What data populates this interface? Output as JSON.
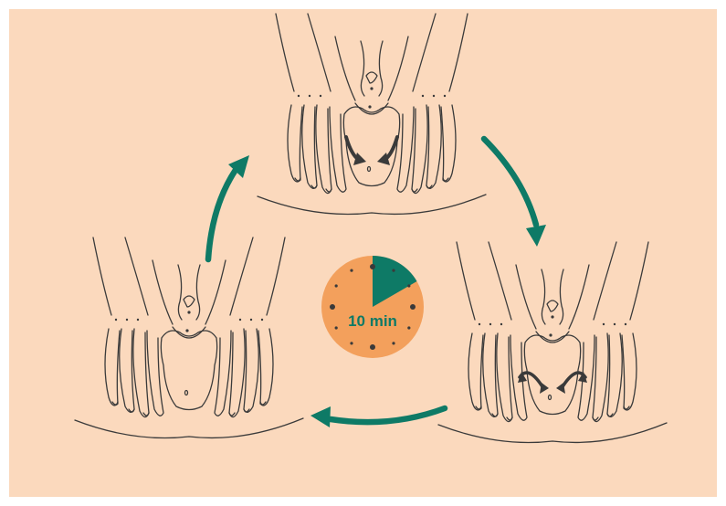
{
  "colors": {
    "background": "#fbd9bd",
    "accent_teal": "#0e7a66",
    "clock_face": "#f3a05c",
    "line_art": "#3a3a3a"
  },
  "timer": {
    "label": "10 min",
    "elapsed_fraction": 0.1667
  },
  "steps": [
    {
      "name": "hands-holding-center",
      "motion": "none"
    },
    {
      "name": "hands-pulling-down",
      "motion": "downward-arrows"
    },
    {
      "name": "hands-rotating-out",
      "motion": "circular-arrows"
    }
  ],
  "icons": [
    "cycle-arrow-icon",
    "clock-icon",
    "down-arrow-icon",
    "rotate-arrow-icon"
  ]
}
